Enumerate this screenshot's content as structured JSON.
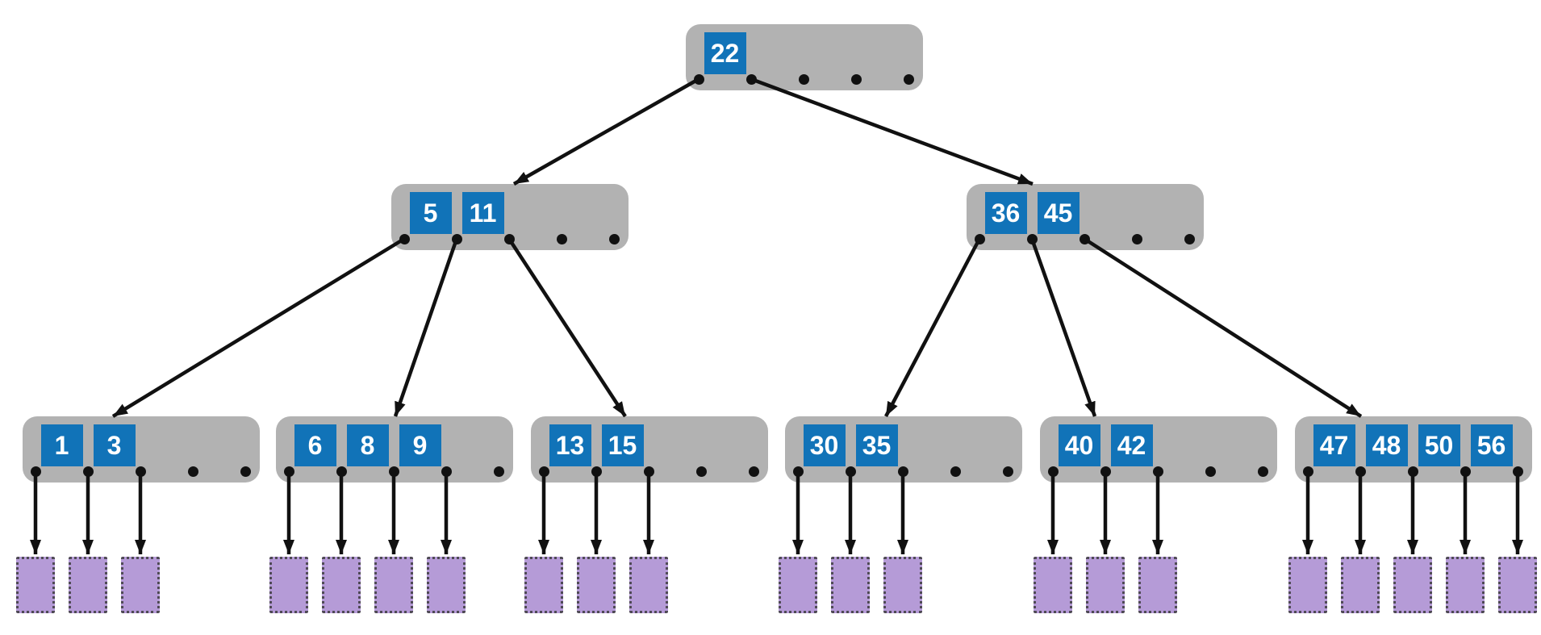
{
  "diagram": {
    "type": "b-tree",
    "description": "B-tree with blue key squares, gray nodes with 5 pointer slots, and purple data blocks under leaves"
  },
  "colors": {
    "background": "#ffffff",
    "node_fill": "#b2b2b2",
    "key_fill": "#1173b8",
    "key_text": "#ffffff",
    "dot": "#111111",
    "arrow": "#111111",
    "block_fill": "#b59bd7",
    "block_border": "#4f4a55"
  },
  "tree": {
    "pointer_slots": 5,
    "nodes": [
      {
        "id": "root",
        "level": 0,
        "keys": [
          "22"
        ]
      },
      {
        "id": "n5-11",
        "level": 1,
        "keys": [
          "5",
          "11"
        ]
      },
      {
        "id": "n36-45",
        "level": 1,
        "keys": [
          "36",
          "45"
        ]
      },
      {
        "id": "leaf-1-3",
        "level": 2,
        "keys": [
          "1",
          "3"
        ],
        "data_blocks": 3
      },
      {
        "id": "leaf-6-8-9",
        "level": 2,
        "keys": [
          "6",
          "8",
          "9"
        ],
        "data_blocks": 4
      },
      {
        "id": "leaf-13-15",
        "level": 2,
        "keys": [
          "13",
          "15"
        ],
        "data_blocks": 3
      },
      {
        "id": "leaf-30-35",
        "level": 2,
        "keys": [
          "30",
          "35"
        ],
        "data_blocks": 3
      },
      {
        "id": "leaf-40-42",
        "level": 2,
        "keys": [
          "40",
          "42"
        ],
        "data_blocks": 3
      },
      {
        "id": "leaf-47-48-50-56",
        "level": 2,
        "keys": [
          "47",
          "48",
          "50",
          "56"
        ],
        "data_blocks": 5
      }
    ],
    "edges": [
      {
        "from": "root",
        "pointer": 0,
        "to": "n5-11"
      },
      {
        "from": "root",
        "pointer": 1,
        "to": "n36-45"
      },
      {
        "from": "n5-11",
        "pointer": 0,
        "to": "leaf-1-3"
      },
      {
        "from": "n5-11",
        "pointer": 1,
        "to": "leaf-6-8-9"
      },
      {
        "from": "n5-11",
        "pointer": 2,
        "to": "leaf-13-15"
      },
      {
        "from": "n36-45",
        "pointer": 0,
        "to": "leaf-30-35"
      },
      {
        "from": "n36-45",
        "pointer": 1,
        "to": "leaf-40-42"
      },
      {
        "from": "n36-45",
        "pointer": 2,
        "to": "leaf-47-48-50-56"
      }
    ]
  }
}
